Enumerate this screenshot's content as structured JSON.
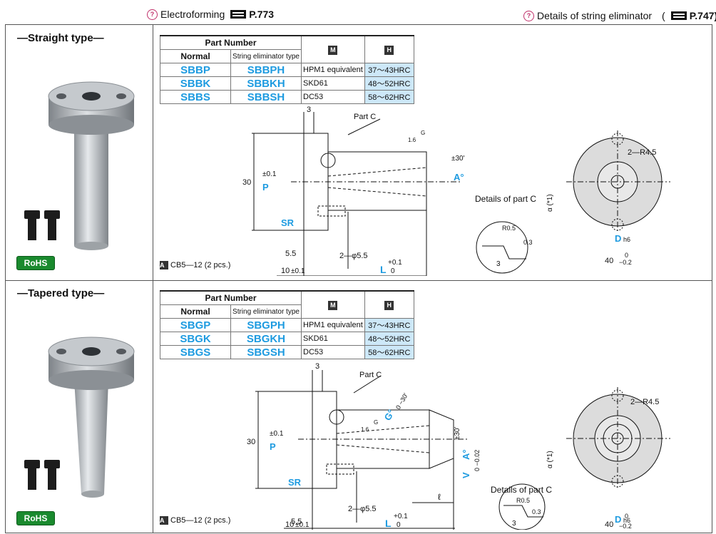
{
  "header": {
    "electroforming_label": "Electroforming",
    "electroforming_page": "P.773",
    "string_label": "Details of string eliminator　(",
    "string_page": "P.747)"
  },
  "sections": [
    {
      "title": "—Straight type—",
      "table": {
        "header_part_number": "Part Number",
        "col_normal": "Normal",
        "col_string": "String eliminator type",
        "col_m": "M",
        "col_h": "H",
        "rows": [
          {
            "normal": "SBBP",
            "string": "SBBPH",
            "material": "HPM1 equivalent",
            "hardness": "37～43HRC"
          },
          {
            "normal": "SBBK",
            "string": "SBBKH",
            "material": "SKD61",
            "hardness": "48～52HRC"
          },
          {
            "normal": "SBBS",
            "string": "SBBSH",
            "material": "DC53",
            "hardness": "58～62HRC"
          }
        ]
      },
      "note_badge": "A",
      "note": "CB5—12 (2 pcs.)",
      "rohs": "RoHS",
      "drawing": {
        "dim_3": "3",
        "part_c": "Part C",
        "g": "G",
        "rough_16": "1.6",
        "angle_tol": "±30'",
        "a_label": "A°",
        "dim_30": "30",
        "p_label": "P",
        "p_tol": "±0.1",
        "sr": "SR",
        "dim_55": "5.5",
        "dim_10": "10",
        "dim_10_tol": "±0.1",
        "phi55": "2—φ5.5",
        "l_label": "L",
        "l_tol_up": "+0.1",
        "l_tol_dn": "0",
        "details_c": "Details of part C",
        "r05": "R0.5",
        "d03": "0.3",
        "d3": "3",
        "r45": "2—R4.5",
        "alpha": "α (*1)",
        "dh6": "D",
        "dh6_sub": "h6",
        "d40": "40",
        "d40_up": "0",
        "d40_dn": "−0.2"
      }
    },
    {
      "title": "—Tapered type—",
      "table": {
        "header_part_number": "Part Number",
        "col_normal": "Normal",
        "col_string": "String eliminator type",
        "col_m": "M",
        "col_h": "H",
        "rows": [
          {
            "normal": "SBGP",
            "string": "SBGPH",
            "material": "HPM1 equivalent",
            "hardness": "37～43HRC"
          },
          {
            "normal": "SBGK",
            "string": "SBGKH",
            "material": "SKD61",
            "hardness": "48～52HRC"
          },
          {
            "normal": "SBGS",
            "string": "SBGSH",
            "material": "DC53",
            "hardness": "58～62HRC"
          }
        ]
      },
      "note_badge": "A",
      "note": "CB5—12 (2 pcs.)",
      "rohs": "RoHS",
      "drawing": {
        "dim_3": "3",
        "part_c": "Part C",
        "g_label": "G°",
        "g_tol": "0 −30'",
        "g": "G",
        "rough_16": "1.6",
        "angle_tol": "±30'",
        "a_label": "A°",
        "v_label": "V",
        "v_tol": "0 −0.02",
        "dim_30": "30",
        "p_label": "P",
        "p_tol": "±0.1",
        "sr": "SR",
        "ell": "ℓ",
        "dim_55": "5.5",
        "dim_10": "10",
        "dim_10_tol": "±0.1",
        "phi55": "2—φ5.5",
        "l_label": "L",
        "l_tol_up": "+0.1",
        "l_tol_dn": "0",
        "details_c": "Details of part C",
        "r05": "R0.5",
        "d03": "0.3",
        "d3": "3",
        "r45": "2—R4.5",
        "alpha": "α (*1)",
        "dh6": "D",
        "dh6_sub": "h6",
        "d40": "40",
        "d40_up": "0",
        "d40_dn": "−0.2"
      }
    }
  ]
}
